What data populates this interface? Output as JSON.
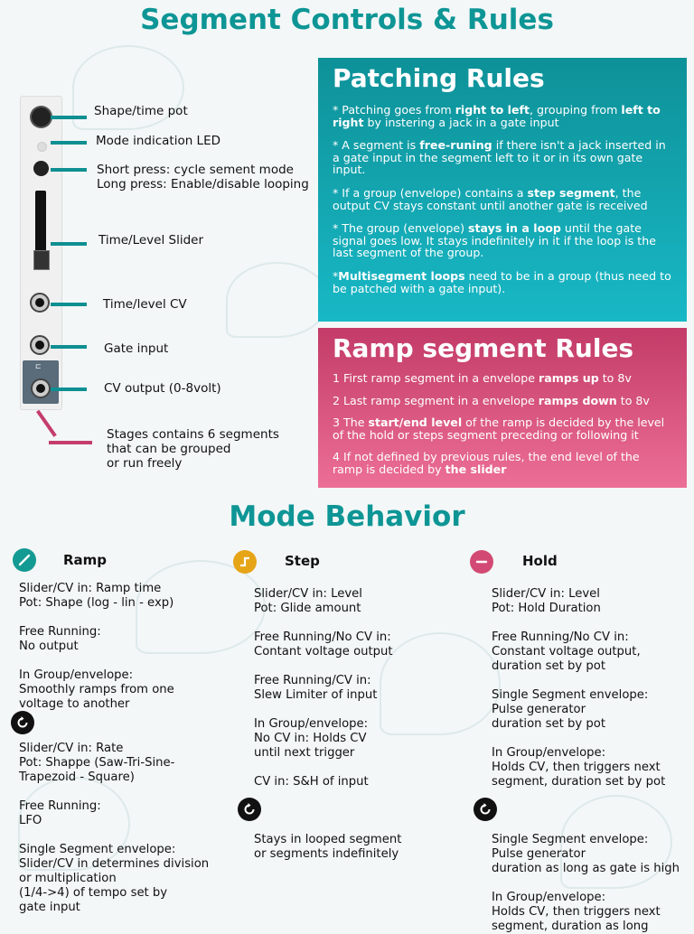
{
  "title": "Segment Controls & Rules",
  "controls": {
    "shape_pot": "Shape/time pot",
    "mode_led": "Mode indication LED",
    "button": "Short press: cycle sement mode\nLong press: Enable/disable looping",
    "slider": "Time/Level Slider",
    "cv_in": "Time/level CV",
    "gate_in": "Gate input",
    "cv_out": "CV output (0-8volt)",
    "stages": "Stages contains 6 segments\nthat can be grouped\nor run freely"
  },
  "patching": {
    "heading": "Patching Rules",
    "r1": {
      "a": "* Patching goes from ",
      "b": "right to left",
      "c": ", grouping from ",
      "d": "left to right",
      "e": " by instering a jack in a gate input"
    },
    "r2": {
      "a": "* A segment is ",
      "b": "free-runing",
      "c": " if there isn't a jack inserted in a gate input in the segment left to it or in its own gate input."
    },
    "r3": {
      "a": "* If a group (envelope) contains a ",
      "b": "step segment",
      "c": ", the output CV stays constant until another gate is received"
    },
    "r4": {
      "a": "* The group (envelope) ",
      "b": "stays in a loop",
      "c": " until the gate signal goes low. It stays indefinitely in it if the loop is the last segment of the group."
    },
    "r5": {
      "a": "*",
      "b": "Multisegment loops",
      "c": " need to be in a group (thus need to be patched with a gate input)."
    }
  },
  "ramp_rules": {
    "heading": "Ramp segment Rules",
    "r1": {
      "a": "1 First ramp segment in a envelope ",
      "b": "ramps up",
      "c": " to 8v"
    },
    "r2": {
      "a": "2 Last ramp segment in a envelope ",
      "b": "ramps down",
      "c": " to 8v"
    },
    "r3": {
      "a": "3 The ",
      "b": "start/end level",
      "c": " of the ramp is decided by the level of the hold or steps segment preceding or following it"
    },
    "r4": {
      "a": "4 If not defined by previous rules, the end level of the ramp is decided by ",
      "b": "the slider"
    }
  },
  "mode_title": "Mode Behavior",
  "modes": {
    "ramp": {
      "name": "Ramp",
      "normal": "Slider/CV in: Ramp time\nPot: Shape (log - lin - exp)\n\nFree Running:\nNo output\n\nIn Group/envelope:\nSmoothly ramps from one\nvoltage to another",
      "loop": "Slider/CV in: Rate\nPot: Shappe (Saw-Tri-Sine-\nTrapezoid - Square)\n\nFree Running:\nLFO\n\nSingle Segment envelope:\nSlider/CV in determines division\nor multiplication\n(1/4->4) of tempo set by\ngate input"
    },
    "step": {
      "name": "Step",
      "normal": "Slider/CV in: Level\nPot: Glide amount\n\nFree Running/No CV in:\nContant voltage output\n\nFree Running/CV in:\nSlew Limiter of input\n\nIn Group/envelope:\nNo CV in: Holds CV\nuntil next trigger\n\nCV in: S&H of input",
      "loop": "Stays in looped segment\nor segments indefinitely"
    },
    "hold": {
      "name": "Hold",
      "normal": "Slider/CV in: Level\nPot: Hold Duration\n\nFree Running/No CV in:\nConstant voltage output,\nduration set by pot\n\nSingle Segment envelope:\nPulse generator\nduration set by pot\n\nIn Group/envelope:\nHolds CV, then triggers next\nsegment, duration set by pot",
      "loop": "Single Segment envelope:\nPulse generator\nduration as long as gate is high\n\nIn Group/envelope:\nHolds CV, then triggers next\nsegment, duration as long"
    }
  },
  "colors": {
    "teal": "#0e9595",
    "ramp_icon": "#139a93",
    "step_icon": "#e6a417",
    "hold_icon": "#d24a73",
    "pink": "#c43d6c"
  },
  "icons": {
    "ramp": "ramp-icon",
    "step": "step-icon",
    "hold": "hold-icon",
    "loop": "loop-icon"
  }
}
